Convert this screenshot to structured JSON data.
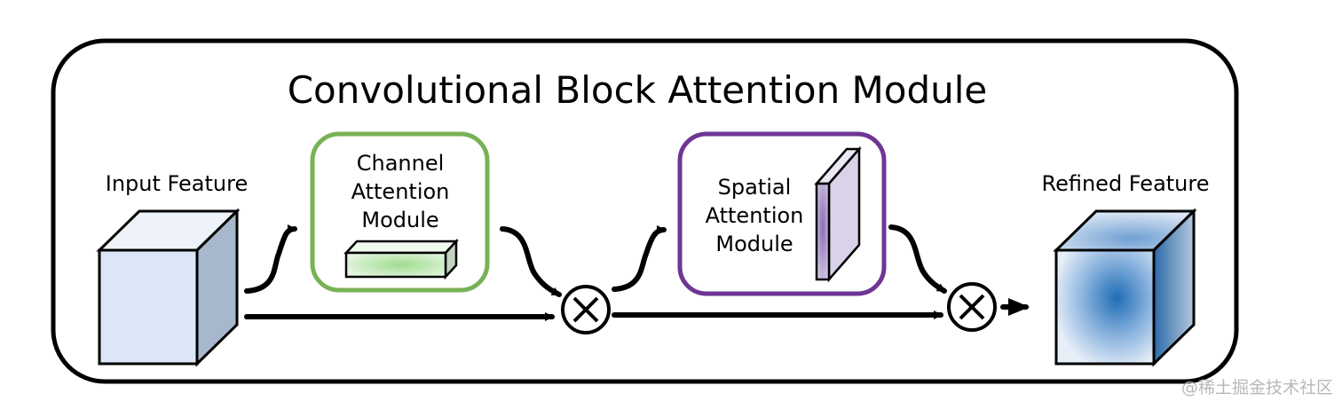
{
  "title": "Convolutional Block Attention Module",
  "input_feature": "Input Feature",
  "refined_feature": "Refined Feature",
  "channel_module": {
    "lines": [
      "Channel",
      "Attention",
      "Module"
    ],
    "border_color": "#77b255"
  },
  "spatial_module": {
    "lines": [
      "Spatial",
      "Attention",
      "Module"
    ],
    "border_color": "#6f3595"
  },
  "operators": [
    {
      "name": "multiply-1",
      "symbol": "⊗"
    },
    {
      "name": "multiply-2",
      "symbol": "⊗"
    }
  ],
  "watermark": "@稀土掘金技术社区",
  "colors": {
    "input_cube_front": "#dbe7f6",
    "input_cube_side": "#a8b8cc",
    "refined_center": "#1f6db5",
    "channel_bar": "#b8e0b0",
    "spatial_plane": "#8f78b8"
  }
}
